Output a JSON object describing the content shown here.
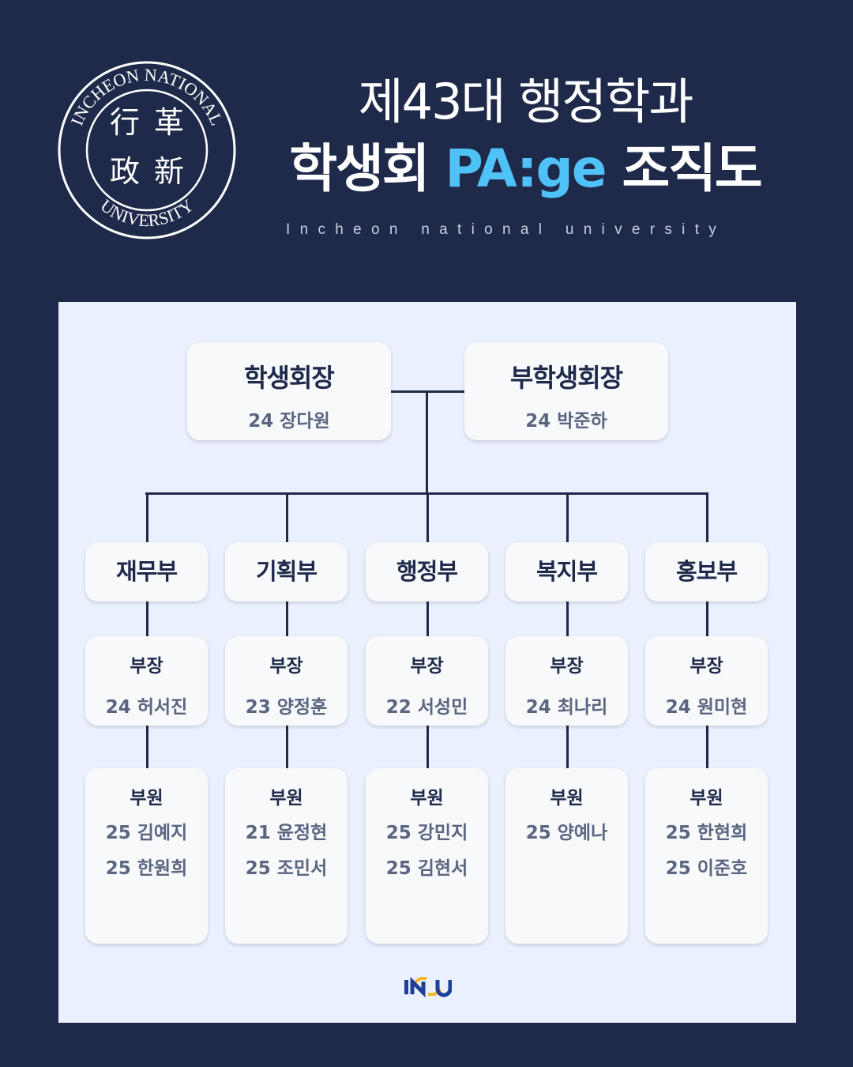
{
  "seal": {
    "top_text": "INCHEON NATIONAL",
    "bottom_text": "UNIVERSITY",
    "chars": [
      "行",
      "革",
      "政",
      "新"
    ]
  },
  "header": {
    "line1": "제43대 행정학과",
    "line2_pre": "학생회 ",
    "line2_accent": "PA:ge",
    "line2_post": " 조직도",
    "subtitle": "Incheon national university"
  },
  "top": [
    {
      "title": "학생회장",
      "name": "24 장다원"
    },
    {
      "title": "부학생회장",
      "name": "24 박준하"
    }
  ],
  "departments": [
    {
      "name": "재무부",
      "head_label": "부장",
      "head": "24 허서진",
      "member_label": "부원",
      "members": [
        "25 김예지",
        "25 한원희"
      ]
    },
    {
      "name": "기획부",
      "head_label": "부장",
      "head": "23 양정훈",
      "member_label": "부원",
      "members": [
        "21 윤정현",
        "25 조민서"
      ]
    },
    {
      "name": "행정부",
      "head_label": "부장",
      "head": "22 서성민",
      "member_label": "부원",
      "members": [
        "25 강민지",
        "25 김현서"
      ]
    },
    {
      "name": "복지부",
      "head_label": "부장",
      "head": "24 최나리",
      "member_label": "부원",
      "members": [
        "25 양예나"
      ]
    },
    {
      "name": "홍보부",
      "head_label": "부장",
      "head": "24 원미현",
      "member_label": "부원",
      "members": [
        "25 한현희",
        "25 이준호"
      ]
    }
  ],
  "footer_logo": "INU",
  "colors": {
    "bg": "#1f2a4b",
    "accent": "#4fc3f7",
    "panel": "#eaf0fd"
  }
}
